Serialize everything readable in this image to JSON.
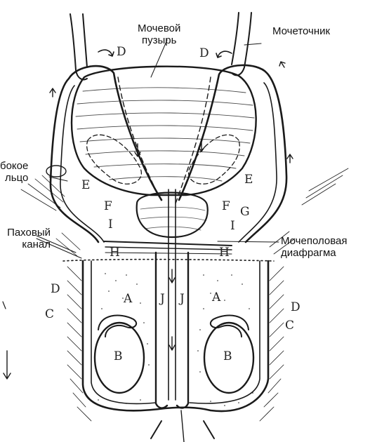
{
  "labels": {
    "bladder": [
      "Мочевой",
      "пузырь"
    ],
    "ureter": "Мочеточник",
    "deep_ring": [
      "бокое",
      "льцо"
    ],
    "inguinal_canal": [
      "Паховый",
      "канал"
    ],
    "urogenital_diaphragm": [
      "Мочеполовая",
      "диафрагма"
    ]
  },
  "letters": {
    "D": "D",
    "E": "E",
    "F": "F",
    "G": "G",
    "I": "I",
    "H": "H",
    "A": "A",
    "J": "J",
    "C": "C",
    "B": "B"
  },
  "colors": {
    "ink": "#1a1a1a",
    "paper": "#ffffff"
  }
}
